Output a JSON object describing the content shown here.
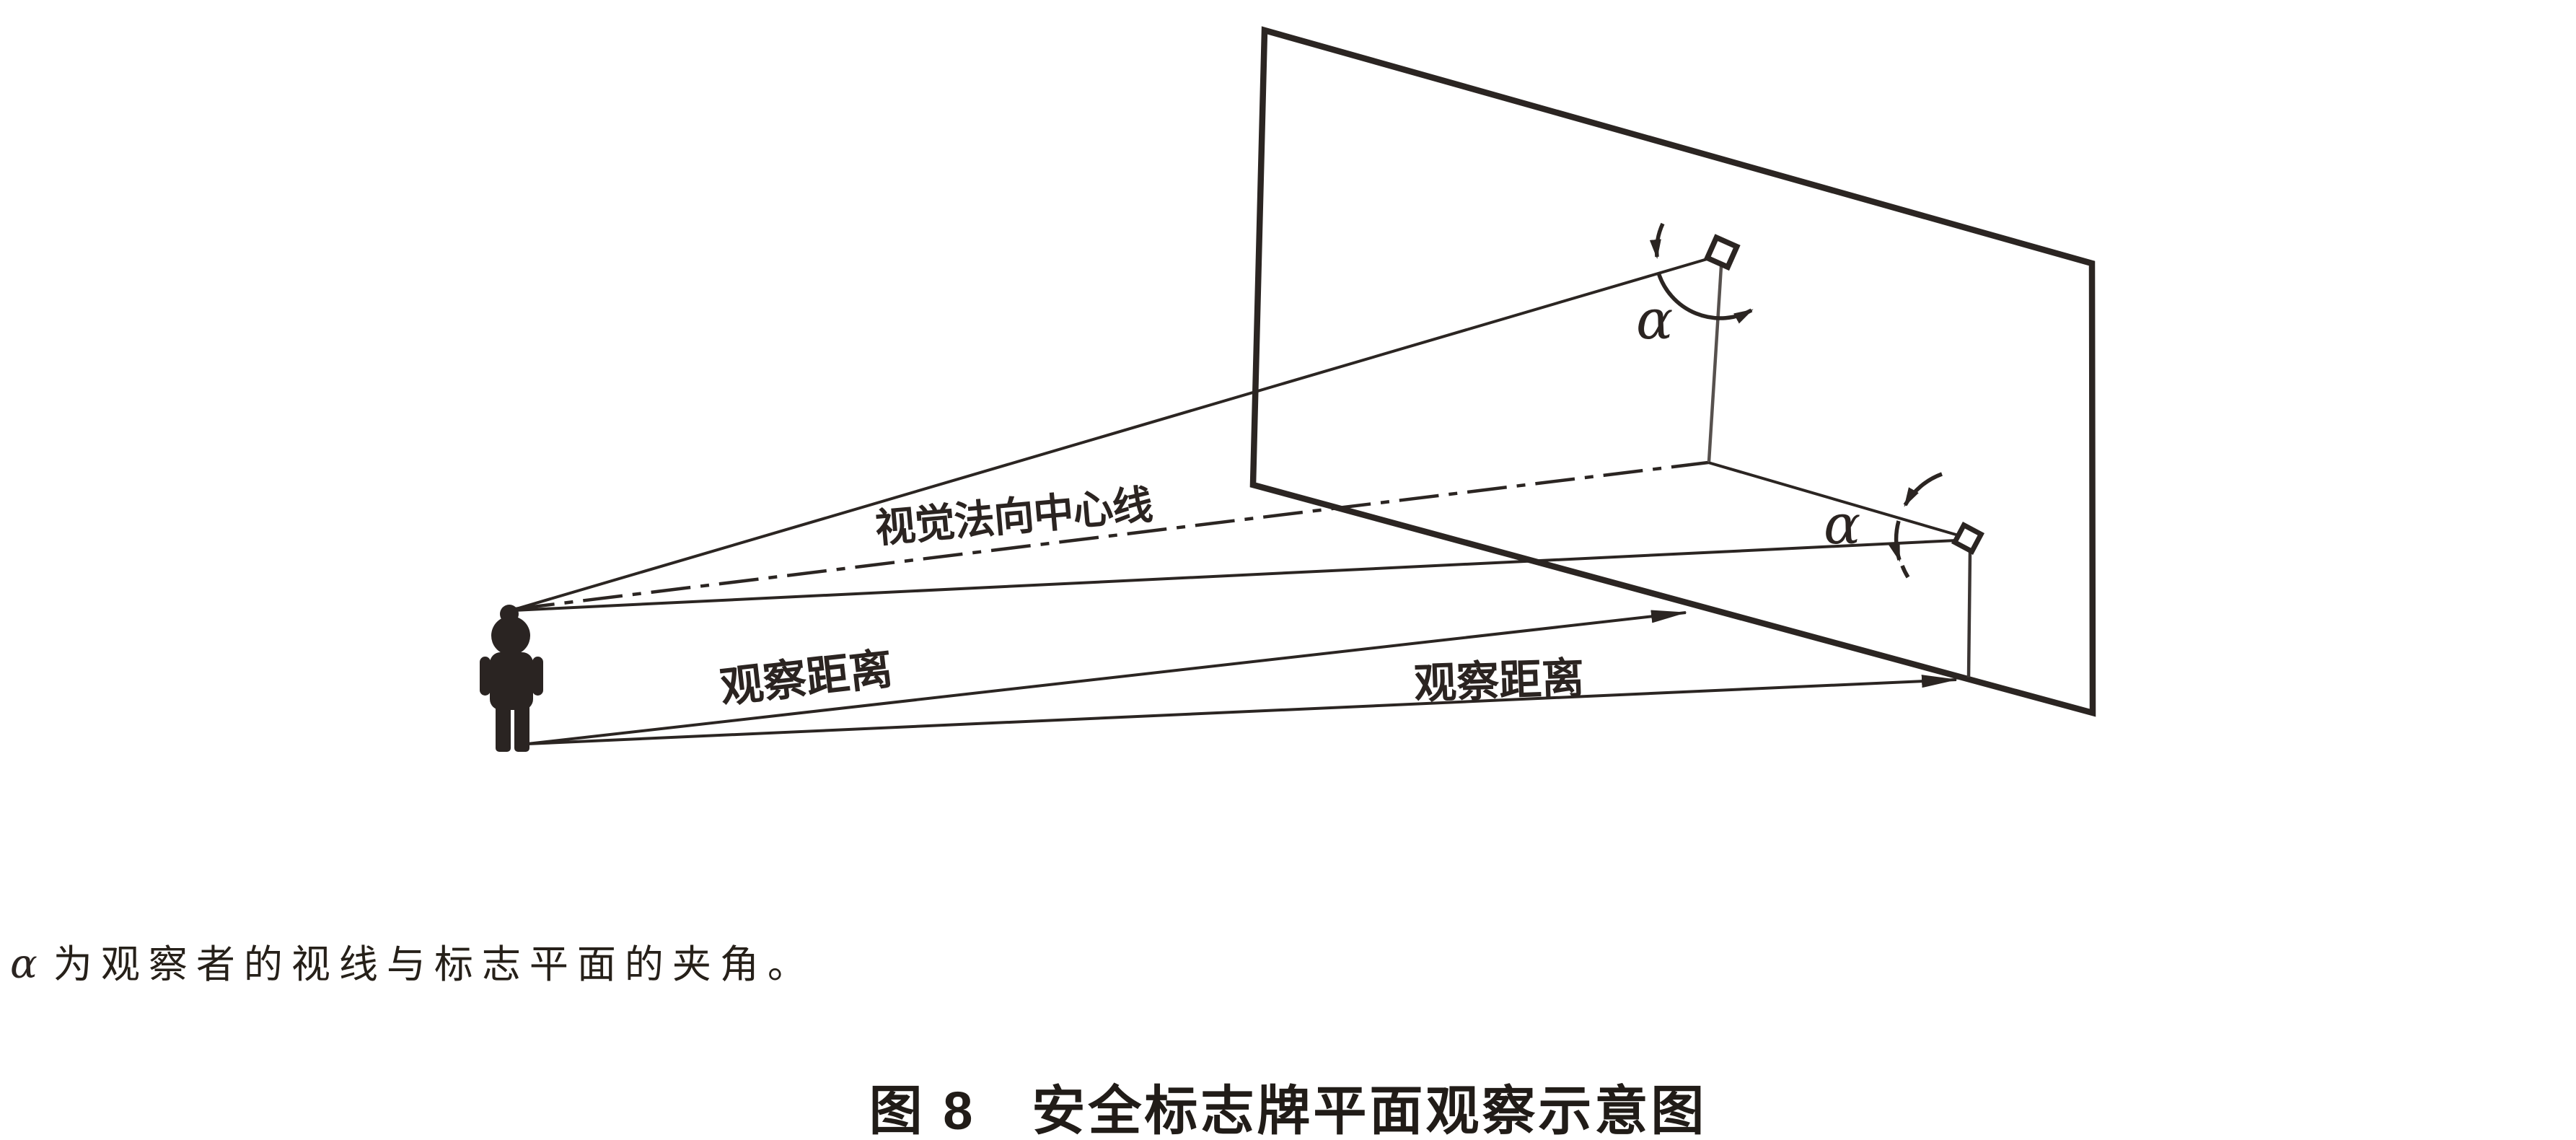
{
  "figure": {
    "background": "#ffffff",
    "ink_color": "#2b2522",
    "gray_line_color": "#57514e"
  },
  "diagram": {
    "center_line_label": "视觉法向中心线",
    "distance_label_left": "观察距离",
    "distance_label_right": "观察距离",
    "angle_symbol_top": "α",
    "angle_symbol_right": "α"
  },
  "caption": {
    "symbol": "α",
    "text": "为观察者的视线与标志平面的夹角。"
  },
  "title": "图 8　安全标志牌平面观察示意图"
}
